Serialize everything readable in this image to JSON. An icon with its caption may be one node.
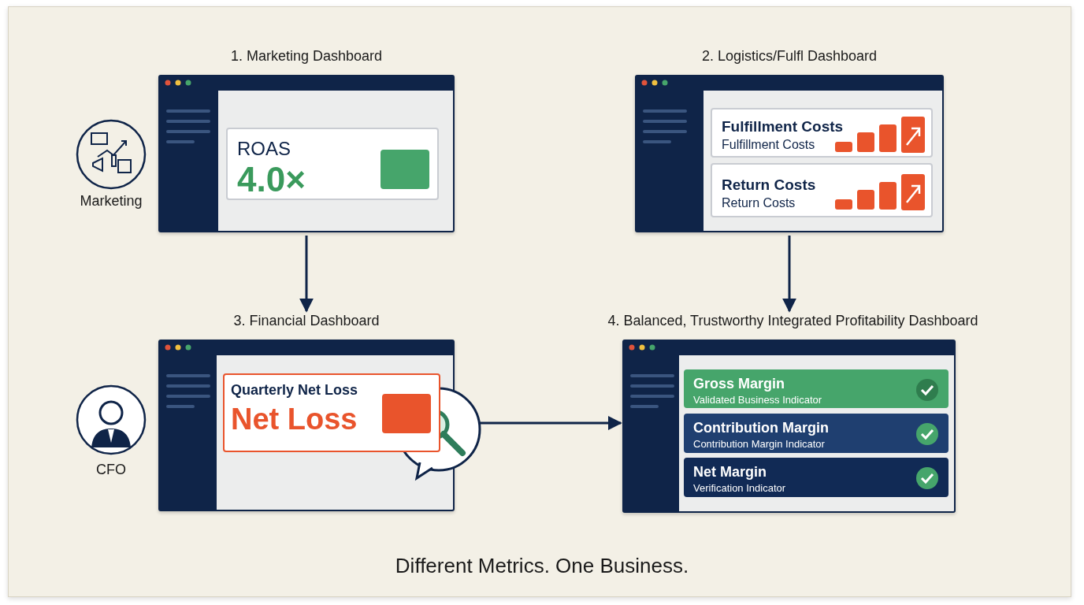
{
  "diagram": {
    "caption": "Different Metrics. One Business.",
    "nodes": [
      {
        "text": [
          "1. Marketing Dashboard"
        ]
      },
      {
        "text": [
          "ROAS",
          "4.0×"
        ],
        "in": 0
      },
      {
        "text": [
          "2. Logistics/Fulfl Dashboard"
        ]
      },
      {
        "text": [
          "Fulfillment Costs",
          "Fulfillment Costs"
        ],
        "in": 2
      },
      {
        "text": [
          "Return Costs",
          "Return Costs"
        ],
        "in": 2
      },
      {
        "text": [
          "3. Financial Dashboard"
        ]
      },
      {
        "text": [
          "Quarterly Net Loss",
          "Net Loss"
        ],
        "in": 5
      },
      {
        "text": [
          "4. Balanced, Trustworthy Integrated Profitability Dashboard"
        ]
      },
      {
        "text": [
          "Gross Margin",
          "Validated Business Indicator"
        ],
        "in": 7
      },
      {
        "text": [
          "Contribution Margin",
          "Contribution Margin Indicator"
        ],
        "in": 7
      },
      {
        "text": [
          "Net Margin",
          "Verification Indicator"
        ],
        "in": 7
      }
    ],
    "edges": [
      {
        "from": 0,
        "to": 5,
        "arrow": "to"
      },
      {
        "from": 2,
        "to": 7,
        "arrow": "to"
      },
      {
        "from": 5,
        "to": 7,
        "arrow": "to"
      }
    ],
    "labels": [
      "Marketing",
      "CFO"
    ]
  }
}
